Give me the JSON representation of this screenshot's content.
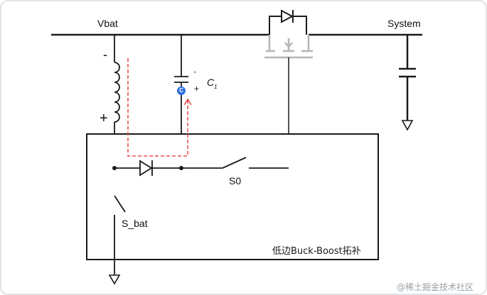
{
  "labels": {
    "vbat": "Vbat",
    "system": "System",
    "inductor_minus": "-",
    "inductor_plus": "+",
    "cap_label": "C",
    "cap_subscript": "1",
    "cap_plus": "+",
    "cap_minus": "'",
    "switch_s0": "S0",
    "switch_sbat": "S_bat",
    "box_caption": "低边Buck-Boost拓补",
    "badge": "C"
  },
  "watermark": "@稀土掘金技术社区",
  "colors": {
    "wire": "#1a1a1a",
    "mosfet": "#b5b5b5",
    "current_path": "#e8514d",
    "badge": "#2f6fe0",
    "frame": "#d6dbe2"
  }
}
